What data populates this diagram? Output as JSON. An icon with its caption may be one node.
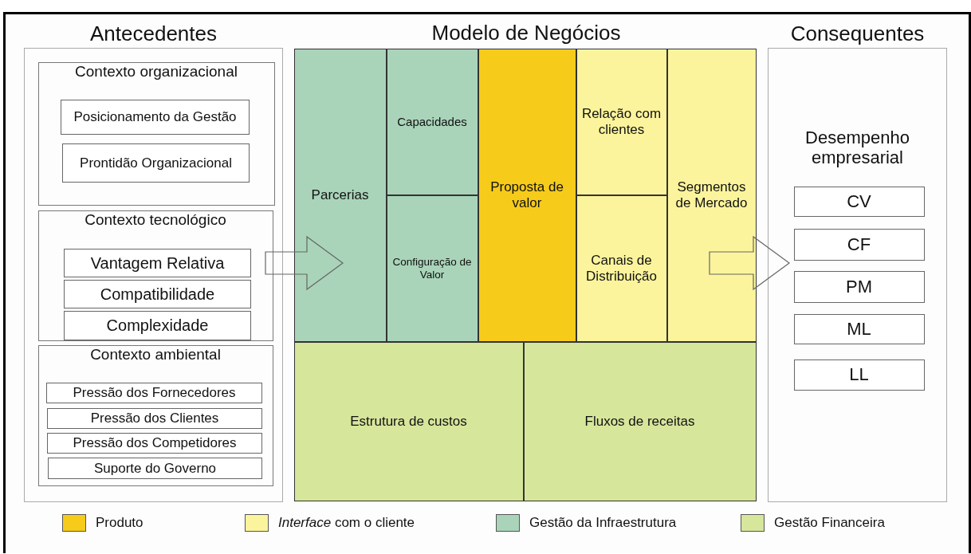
{
  "diagram": {
    "nodes": [
      {
        "text": [
          "Antecedentes"
        ]
      },
      {
        "text": [
          "Contexto organizacional"
        ],
        "in": 0
      },
      {
        "text": [
          "Posicionamento da Gestão"
        ],
        "in": 1
      },
      {
        "text": [
          "Prontidão Organizacional"
        ],
        "in": 1
      },
      {
        "text": [
          "Contexto tecnológico"
        ],
        "in": 0
      },
      {
        "text": [
          "Vantagem Relativa"
        ],
        "in": 4
      },
      {
        "text": [
          "Compatibilidade"
        ],
        "in": 4
      },
      {
        "text": [
          "Complexidade"
        ],
        "in": 4
      },
      {
        "text": [
          "Contexto ambiental"
        ],
        "in": 0
      },
      {
        "text": [
          "Pressão dos Fornecedores"
        ],
        "in": 8
      },
      {
        "text": [
          "Pressão dos Clientes"
        ],
        "in": 8
      },
      {
        "text": [
          "Pressão dos Competidores"
        ],
        "in": 8
      },
      {
        "text": [
          "Suporte do Governo"
        ],
        "in": 8
      },
      {
        "text": [
          "Modelo de Negócios"
        ]
      },
      {
        "text": [
          "Parcerias"
        ],
        "in": 13
      },
      {
        "text": [
          "Capacidades"
        ],
        "in": 13
      },
      {
        "text": [
          "Configuração de Valor"
        ],
        "in": 13
      },
      {
        "text": [
          "Proposta de valor"
        ],
        "in": 13
      },
      {
        "text": [
          "Relação com clientes"
        ],
        "in": 13
      },
      {
        "text": [
          "Canais de Distribuição"
        ],
        "in": 13
      },
      {
        "text": [
          "Segmentos de Mercado"
        ],
        "in": 13
      },
      {
        "text": [
          "Estrutura de custos"
        ],
        "in": 13
      },
      {
        "text": [
          "Fluxos de receitas"
        ],
        "in": 13
      },
      {
        "text": [
          "Consequentes",
          "Desempenho empresarial"
        ]
      },
      {
        "text": [
          "CV"
        ],
        "in": 23
      },
      {
        "text": [
          "CF"
        ],
        "in": 23
      },
      {
        "text": [
          "PM"
        ],
        "in": 23
      },
      {
        "text": [
          "ML"
        ],
        "in": 23
      },
      {
        "text": [
          "LL"
        ],
        "in": 23
      }
    ],
    "edges": [
      {
        "from": 0,
        "to": 13,
        "arrow": "to"
      },
      {
        "from": 13,
        "to": 23,
        "arrow": "to"
      }
    ],
    "legend": [
      {
        "text": "Produto",
        "color": "#f6cb1a"
      },
      {
        "text": "*Interface* com o cliente",
        "color": "#fbf49c"
      },
      {
        "text": "Gestão da Infraestrutura",
        "color": "#a9d4b9"
      },
      {
        "text": "Gestão Financeira",
        "color": "#d6e69b"
      }
    ]
  }
}
